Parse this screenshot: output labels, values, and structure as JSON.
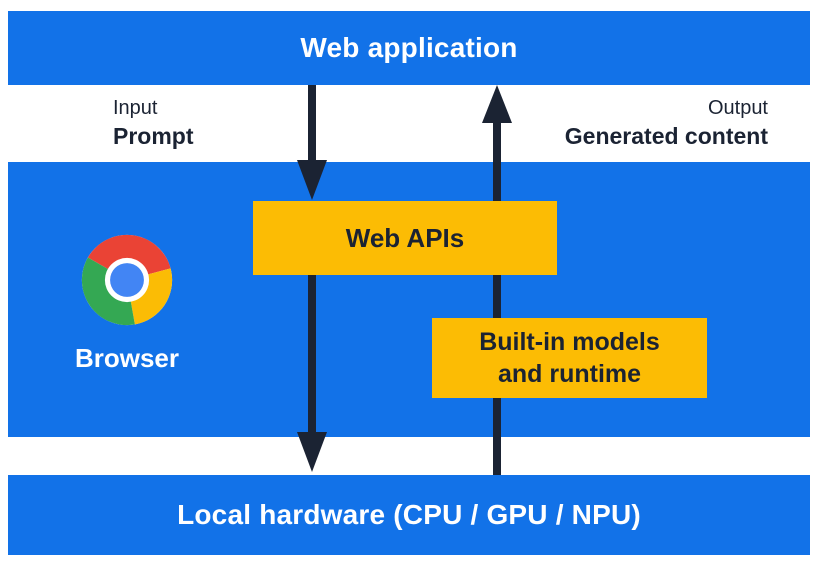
{
  "diagram_title": "Web application to local hardware AI flow",
  "colors": {
    "panel_blue": "#1272e8",
    "box_yellow": "#fcbc04",
    "ink_navy": "#1b2333",
    "text_white": "#ffffff",
    "chrome_red": "#ea4335",
    "chrome_yellow": "#fbbc05",
    "chrome_green": "#34a853",
    "chrome_blue": "#4285f4"
  },
  "top_bar": {
    "label": "Web application"
  },
  "flow": {
    "input_title": "Input",
    "input_value": "Prompt",
    "output_title": "Output",
    "output_value": "Generated content",
    "down_arrow": "prompt-flows-down",
    "up_arrow": "generated-content-flows-up"
  },
  "browser_panel": {
    "label": "Browser",
    "logo_icon": "chrome-icon",
    "boxes": {
      "web_apis": "Web APIs",
      "builtin_line1": "Built-in models",
      "builtin_line2": "and runtime"
    }
  },
  "bottom_bar": {
    "label": "Local hardware (CPU / GPU / NPU)"
  }
}
